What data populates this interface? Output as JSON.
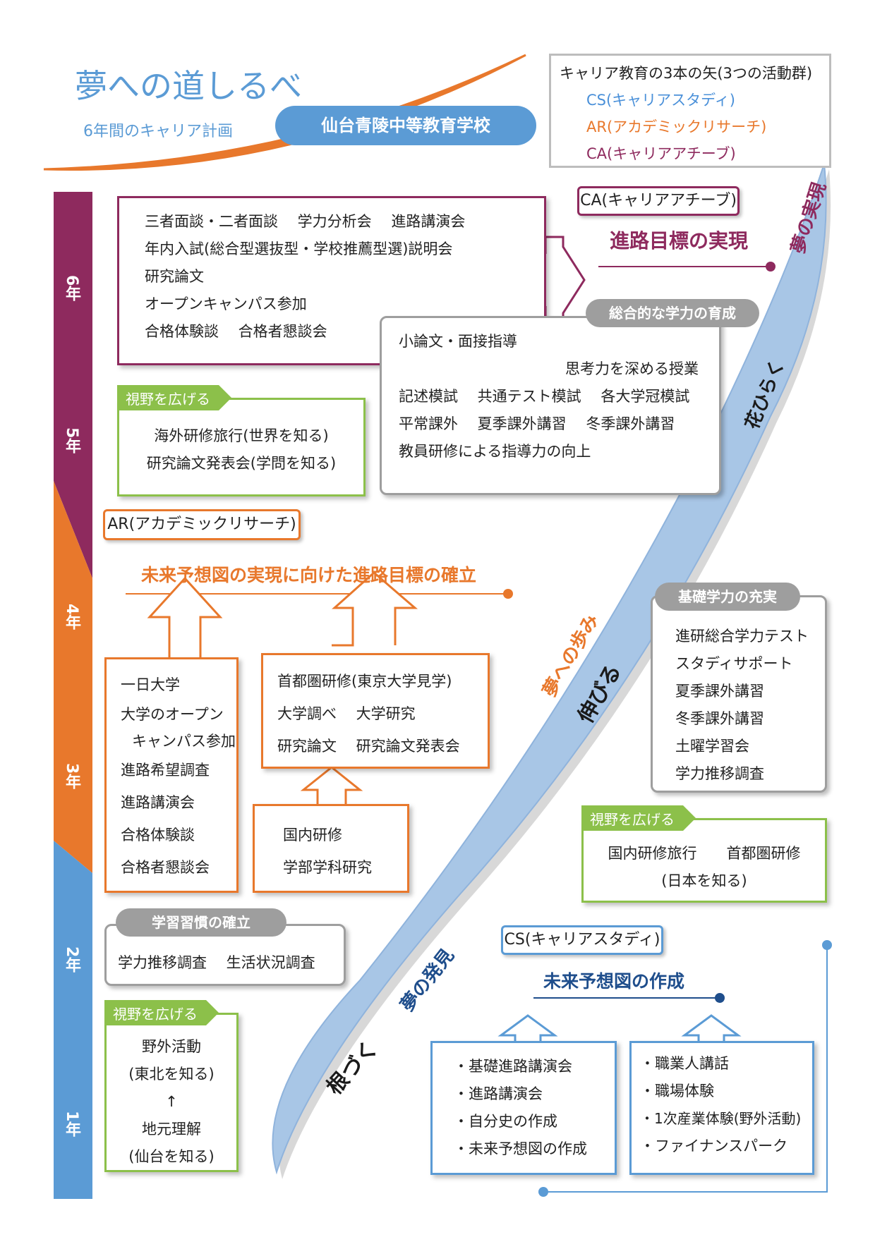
{
  "header": {
    "title": "夢への道しるべ",
    "subtitle": "6年間のキャリア計画",
    "school": "仙台青陵中等教育学校"
  },
  "legend": {
    "title": "キャリア教育の3本の矢(3つの活動群)",
    "items": [
      "CS(キャリアスタディ)",
      "AR(アカデミックリサーチ)",
      "CA(キャリアアチーブ)"
    ],
    "colors": [
      "#4a90d9",
      "#e8782c",
      "#8e2a5e"
    ]
  },
  "years": [
    "6年",
    "5年",
    "4年",
    "3年",
    "2年",
    "1年"
  ],
  "curve_labels": {
    "dream_realization": "夢の実現",
    "bloom": "花ひらく",
    "dream_steps": "夢への歩み",
    "grow": "伸びる",
    "dream_discovery": "夢の発見",
    "root": "根づく"
  },
  "ca": {
    "label": "CA(キャリアアチーブ)",
    "heading": "進路目標の実現",
    "lines": [
      "三者面談・二者面談　 学力分析会　 進路講演会",
      "年内入試(総合型選抜型・学校推薦型選)説明会",
      "研究論文",
      "オープンキャンパス参加",
      "合格体験談　 合格者懇談会"
    ]
  },
  "sogo": {
    "pill": "総合的な学力の育成",
    "lines": [
      "小論文・面接指導",
      "思考力を深める授業",
      "記述模試　 共通テスト模試　 各大学冠模試",
      "平常課外　 夏季課外講習　 冬季課外講習",
      "教員研修による指導力の向上"
    ]
  },
  "shiya5": {
    "tag": "視野を広げる",
    "lines": [
      "海外研修旅行(世界を知る)",
      "研究論文発表会(学問を知る)"
    ]
  },
  "ar": {
    "label": "AR(アカデミックリサーチ)",
    "heading": "未来予想図の実現に向けた進路目標の確立",
    "box1": [
      "一日大学",
      "大学のオープン",
      "キャンパス参加",
      "進路希望調査",
      "進路講演会",
      "合格体験談",
      "合格者懇談会"
    ],
    "box2": [
      "首都圏研修(東京大学見学)",
      "大学調べ　 大学研究",
      "研究論文　 研究論文発表会"
    ],
    "box3": [
      "国内研修",
      "学部学科研究"
    ]
  },
  "kiso": {
    "pill": "基礎学力の充実",
    "lines": [
      "進研総合学力テスト",
      "スタディサポート",
      "夏季課外講習",
      "冬季課外講習",
      "土曜学習会",
      "学力推移調査"
    ]
  },
  "shiya3": {
    "tag": "視野を広げる",
    "lines": [
      "国内研修旅行　　首都圏研修",
      "(日本を知る)"
    ]
  },
  "gakushu": {
    "pill": "学習習慣の確立",
    "lines": [
      "学力推移調査　 生活状況調査"
    ]
  },
  "shiya1": {
    "tag": "視野を広げる",
    "lines": [
      "野外活動",
      "(東北を知る)",
      "↑",
      "地元理解",
      "(仙台を知る)"
    ]
  },
  "cs": {
    "label": "CS(キャリアスタディ)",
    "heading": "未来予想図の作成",
    "box1": [
      "・基礎進路講演会",
      "・進路講演会",
      "・自分史の作成",
      "・未来予想図の作成"
    ],
    "box2": [
      "・職業人講話",
      "・職場体験",
      "・1次産業体験(野外活動)",
      "・ファイナンスパーク"
    ]
  }
}
